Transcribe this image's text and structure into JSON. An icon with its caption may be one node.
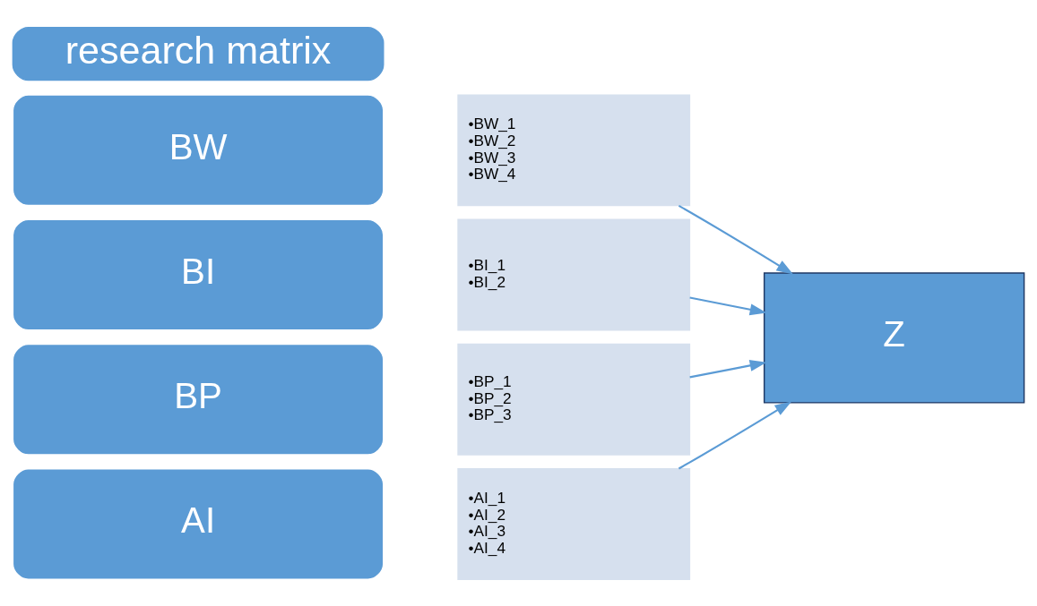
{
  "diagram": {
    "nodes": [
      {
        "text": [
          "research matrix"
        ]
      },
      {
        "text": [
          "BW"
        ]
      },
      {
        "text": [
          "•BW_1",
          "•BW_2",
          "•BW_3",
          "•BW_4"
        ]
      },
      {
        "text": [
          "BI"
        ]
      },
      {
        "text": [
          "•BI_1",
          "•BI_2"
        ]
      },
      {
        "text": [
          "BP"
        ]
      },
      {
        "text": [
          "•BP_1",
          "•BP_2",
          "•BP_3"
        ]
      },
      {
        "text": [
          "AI"
        ]
      },
      {
        "text": [
          "•AI_1",
          "•AI_2",
          "•AI_3",
          "•AI_4"
        ]
      },
      {
        "text": [
          "Z"
        ]
      }
    ],
    "edges": [
      {
        "from": 2,
        "to": 9,
        "arrow": "to"
      },
      {
        "from": 4,
        "to": 9,
        "arrow": "to"
      },
      {
        "from": 6,
        "to": 9,
        "arrow": "to"
      },
      {
        "from": 8,
        "to": 9,
        "arrow": "to"
      }
    ]
  }
}
